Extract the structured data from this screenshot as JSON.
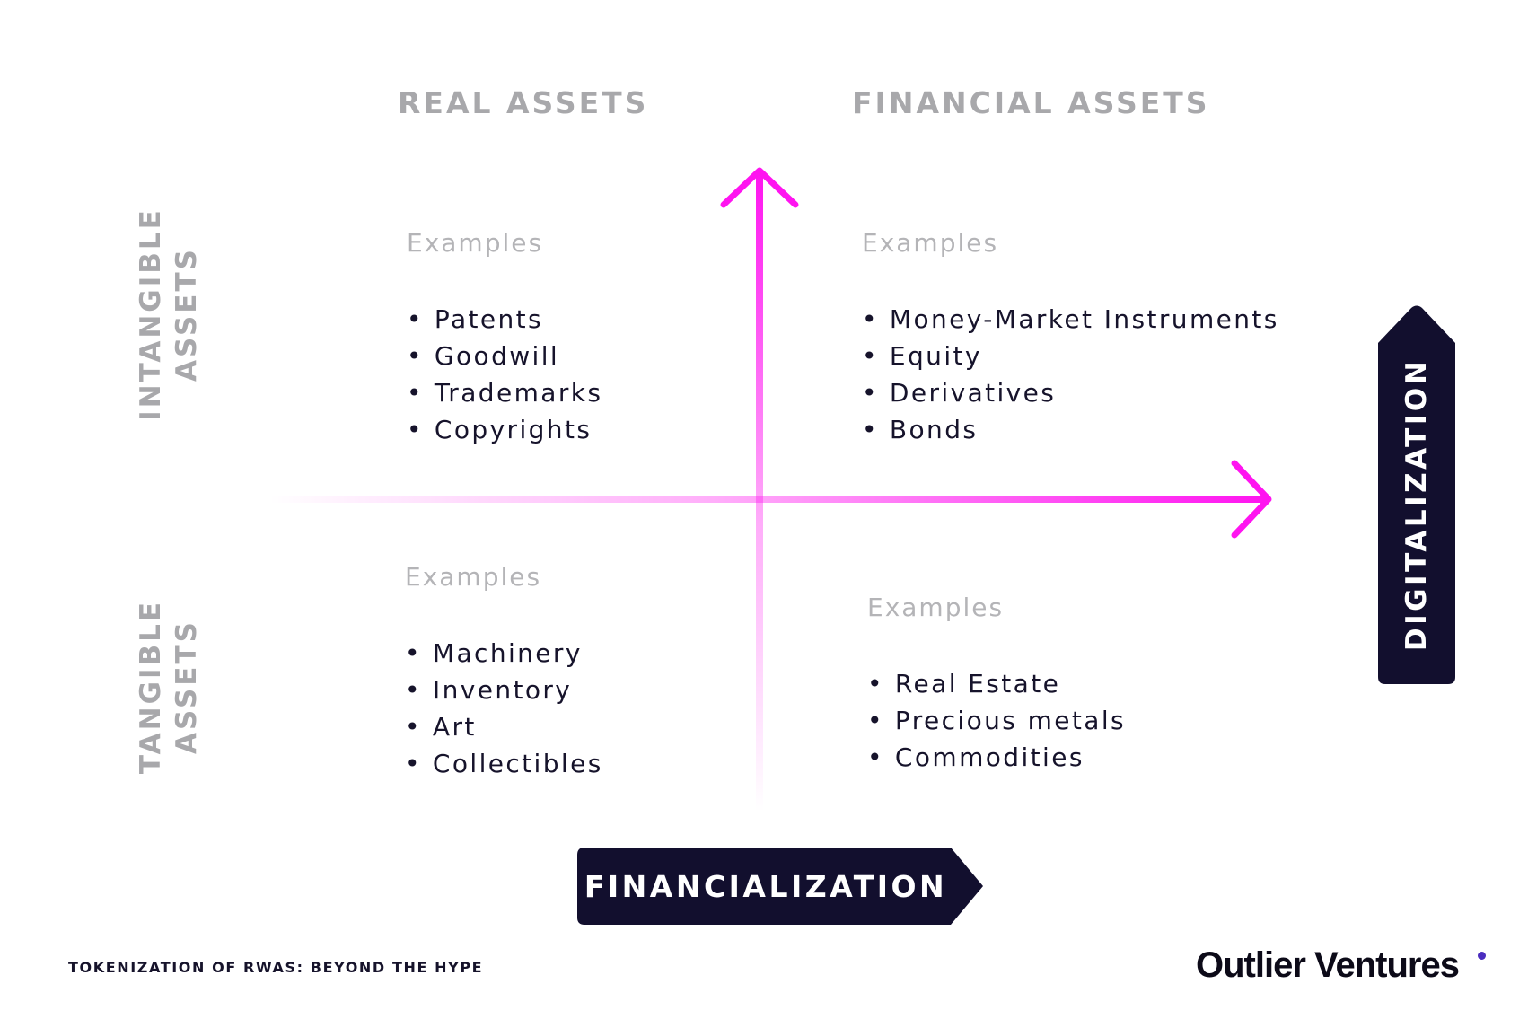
{
  "columns": {
    "left": "REAL ASSETS",
    "right": "FINANCIAL ASSETS"
  },
  "rows": {
    "top": [
      "INTANGIBLE",
      "ASSETS"
    ],
    "bottom": [
      "TANGIBLE",
      "ASSETS"
    ]
  },
  "quadrants": {
    "top_left": {
      "label": "Examples",
      "items": [
        "Patents",
        "Goodwill",
        "Trademarks",
        "Copyrights"
      ]
    },
    "top_right": {
      "label": "Examples",
      "items": [
        "Money-Market Instruments",
        "Equity",
        "Derivatives",
        "Bonds"
      ]
    },
    "bottom_left": {
      "label": "Examples",
      "items": [
        "Machinery",
        "Inventory",
        "Art",
        "Collectibles"
      ]
    },
    "bottom_right": {
      "label": "Examples",
      "items": [
        "Real Estate",
        "Precious metals",
        "Commodities"
      ]
    }
  },
  "axes": {
    "horizontal_badge": "FINANCIALIZATION",
    "vertical_badge": "DIGITALIZATION"
  },
  "footer": {
    "title": "TOKENIZATION OF RWAS: BEYOND THE HYPE",
    "brand": "Outlier Ventures"
  },
  "colors": {
    "arrow": "#ff14f0",
    "badge": "#120f2e",
    "header_gray": "#a8a8ab",
    "text_dark": "#16132b",
    "brand_dot": "#4b2dbf"
  }
}
